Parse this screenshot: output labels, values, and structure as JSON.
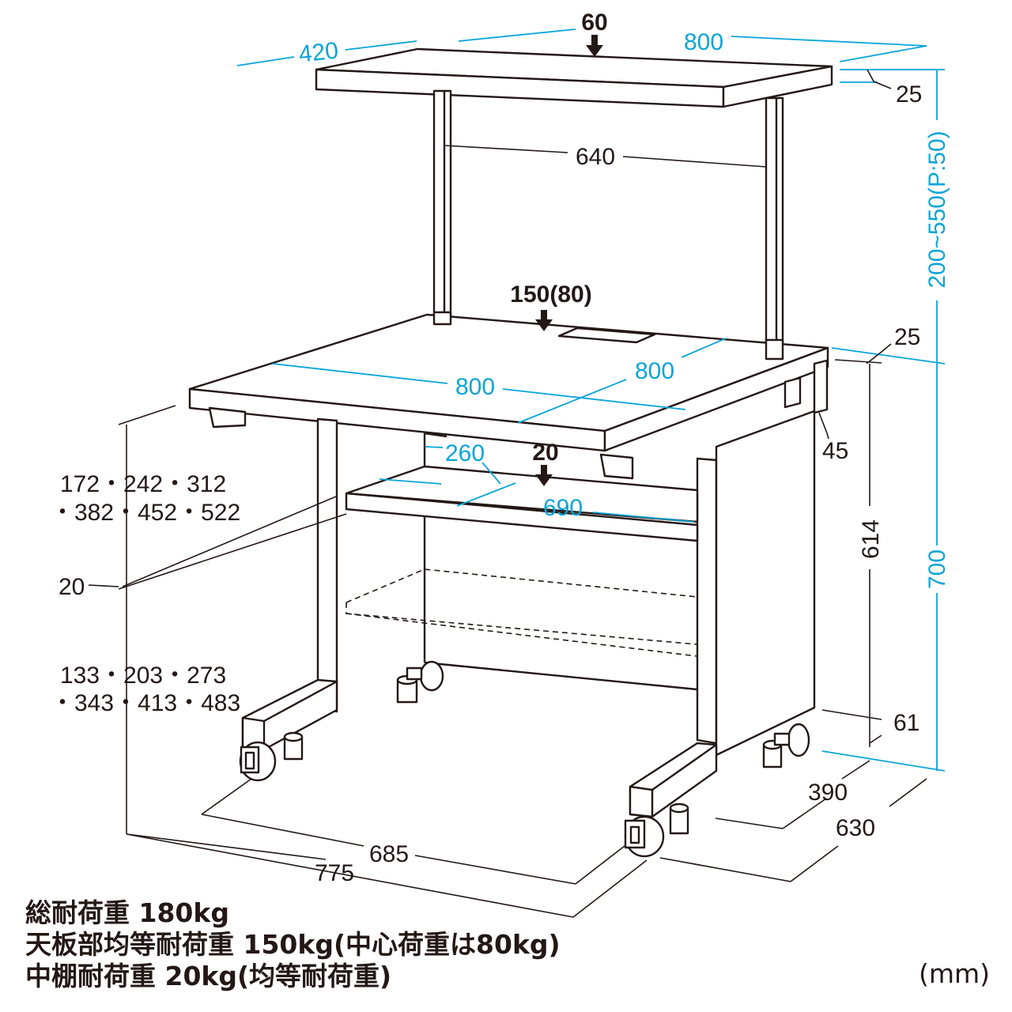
{
  "labels": {
    "top_shelf_width": "800",
    "top_shelf_depth": "420",
    "top_shelf_load": "60",
    "top_shelf_thickness": "25",
    "top_shelf_height": "200~550(P:50)",
    "upright_span": "640",
    "desk_load": "150(80)",
    "desk_width": "800",
    "desk_depth": "800",
    "desk_thickness": "25",
    "apron": "45",
    "mid_shelf_load": "20",
    "mid_shelf_depth": "260",
    "mid_shelf_width": "690",
    "mid_shelf_heights_1": "172・242・312",
    "mid_shelf_heights_2": "・382・452・522",
    "mid_shelf_thickness": "20",
    "lower_heights_1": "133・203・273",
    "lower_heights_2": "・343・413・483",
    "knee_height": "614",
    "total_height": "700",
    "base_height": "61",
    "inner_depth": "390",
    "outer_depth": "630",
    "inner_width": "685",
    "outer_width": "775"
  },
  "notes": [
    "総耐荷重 180kg",
    "天板部均等耐荷重 150kg(中心荷重は80kg)",
    "中棚耐荷重 20kg(均等耐荷重)"
  ],
  "unit": "(mm)",
  "colors": {
    "dimension_blue": "#0aa5d8",
    "line": "#231815"
  }
}
